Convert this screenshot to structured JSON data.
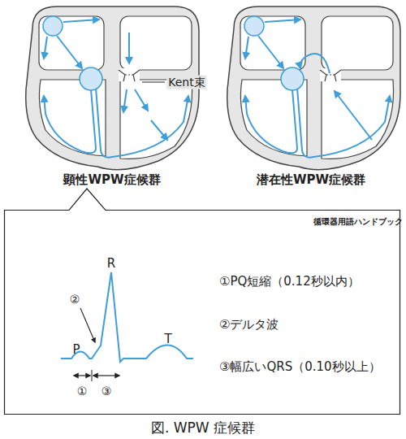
{
  "diagram": {
    "caption": "図. WPW 症候群",
    "nodes": [
      {
        "text": [
          "P",
          "R",
          "T",
          "①",
          "③",
          "②",
          "①PQ短縮（0.12秒以内）",
          "②デルタ波",
          "③幅広いQRS（0.10秒以上）"
        ]
      }
    ],
    "labels": [
      "Kent束",
      "顕性WPW症候群",
      "潜在性WPW症候群",
      "循環器用語ハンドブック"
    ]
  }
}
